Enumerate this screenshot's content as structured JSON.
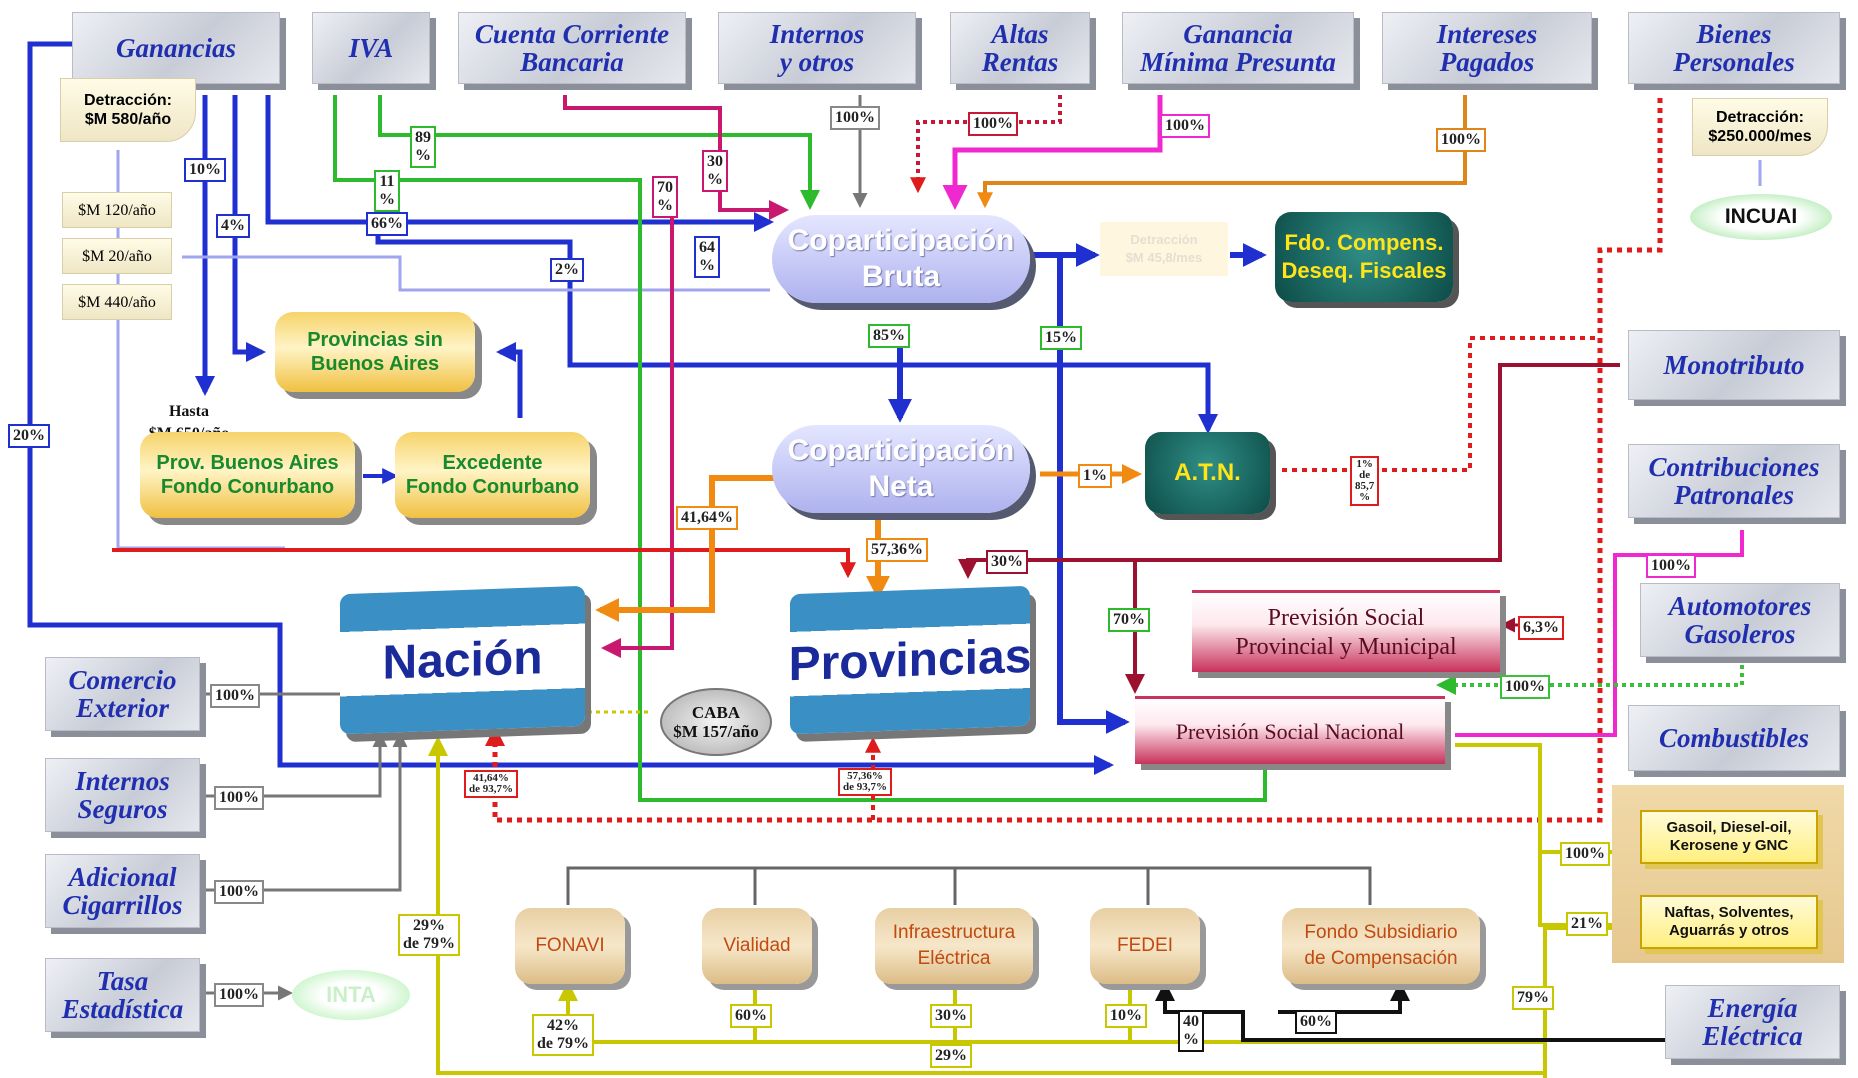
{
  "colors": {
    "ganancias": "#1f2fd0",
    "iva": "#2dbb2d",
    "cuenta": "#c81870",
    "red": "#e01b1b",
    "orange": "#f08a10",
    "magenta": "#f028d0",
    "yellow": "#c9c800",
    "gray": "#777777",
    "lightblue": "#9fa6ee",
    "darkred": "#9c1030",
    "black": "#111111"
  },
  "taxes": {
    "ganancias": "Ganancias",
    "iva": "IVA",
    "cuenta_corriente": "Cuenta Corriente\nBancaria",
    "internos_otros": "Internos\ny otros",
    "altas_rentas": "Altas\nRentas",
    "gmp": "Ganancia\nMínima Presunta",
    "intereses": "Intereses\nPagados",
    "bienes": "Bienes\nPersonales",
    "monotributo": "Monotributo",
    "contribuciones": "Contribuciones\nPatronales",
    "automotores": "Automotores\nGasoleros",
    "combustibles": "Combustibles",
    "comercio": "Comercio\nExterior",
    "internos_seguros": "Internos\nSeguros",
    "cigarrillos": "Adicional\nCigarrillos",
    "tasa": "Tasa\nEstadística",
    "energia": "Energía\nEléctrica"
  },
  "notes": {
    "ganancias_detraccion": "Detracción:\n$M  580/año",
    "bienes_detraccion": "Detracción:\n$250.000/mes",
    "sm120": "$M 120/año",
    "sm20": "$M 20/año",
    "sm440": "$M 440/año",
    "hasta": "Hasta\n$M 650/año",
    "detraccion_faded": "Detracción\n$M 45,8/mes"
  },
  "nodes": {
    "bruta": "Coparticipación\nBruta",
    "neta": "Coparticipación\nNeta",
    "fondo": "Fdo. Compens.\nDeseq. Fiscales",
    "atn": "A.T.N.",
    "incuai": "INCUAI",
    "inta": "INTA",
    "prov_sin": "Provincias sin\nBuenos Aires",
    "prov_ba": "Prov. Buenos Aires\nFondo Conurbano",
    "excedente": "Excedente\nFondo Conurbano",
    "nacion": "Nación",
    "provincias": "Provincias",
    "caba": "CABA\n$M 157/año",
    "prev_prov": "Previsión Social\nProvincial y Municipal",
    "prev_nac": "Previsión Social Nacional",
    "fuel1": "Gasoil, Diesel-oil,\nKerosene y GNC",
    "fuel2": "Naftas, Solventes,\nAguarrás y otros"
  },
  "funds": {
    "fonavi": "FONAVI",
    "vialidad": "Vialidad",
    "infra": "Infraestructura\nEléctrica",
    "fedei": "FEDEI",
    "subsidiario": "Fondo Subsidiario\nde Compensación"
  },
  "pcts": {
    "p10": "10%",
    "p4": "4%",
    "p66": "66%",
    "p2": "2%",
    "p20": "20%",
    "p89": "89\n%",
    "p11": "11\n%",
    "p70a": "70\n%",
    "p30a": "30\n%",
    "p64": "64\n%",
    "i100a": "100%",
    "i100b": "100%",
    "i100c": "100%",
    "i100d": "100%",
    "p85": "85%",
    "p15": "15%",
    "p1": "1%",
    "p1de": "1%\nde\n85,7\n%",
    "p4164": "41,64%",
    "p5736": "57,36%",
    "p30b": "30%",
    "p70b": "70%",
    "p63": "6,3%",
    "p100auto": "100%",
    "p100contrib": "100%",
    "c100": "100%",
    "s100": "100%",
    "a100": "100%",
    "t100": "100%",
    "r4164": "41,64%\nde 93,7%",
    "r5736": "57,36%\nde 93,7%",
    "fuel100": "100%",
    "fuel21": "21%",
    "f79": "79%",
    "f2979": "29%\nde 79%",
    "f4279": "42%\nde 79%",
    "f60": "60%",
    "f30": "30%",
    "f10": "10%",
    "f29": "29%",
    "f40": "40\n%",
    "f60b": "60%"
  }
}
